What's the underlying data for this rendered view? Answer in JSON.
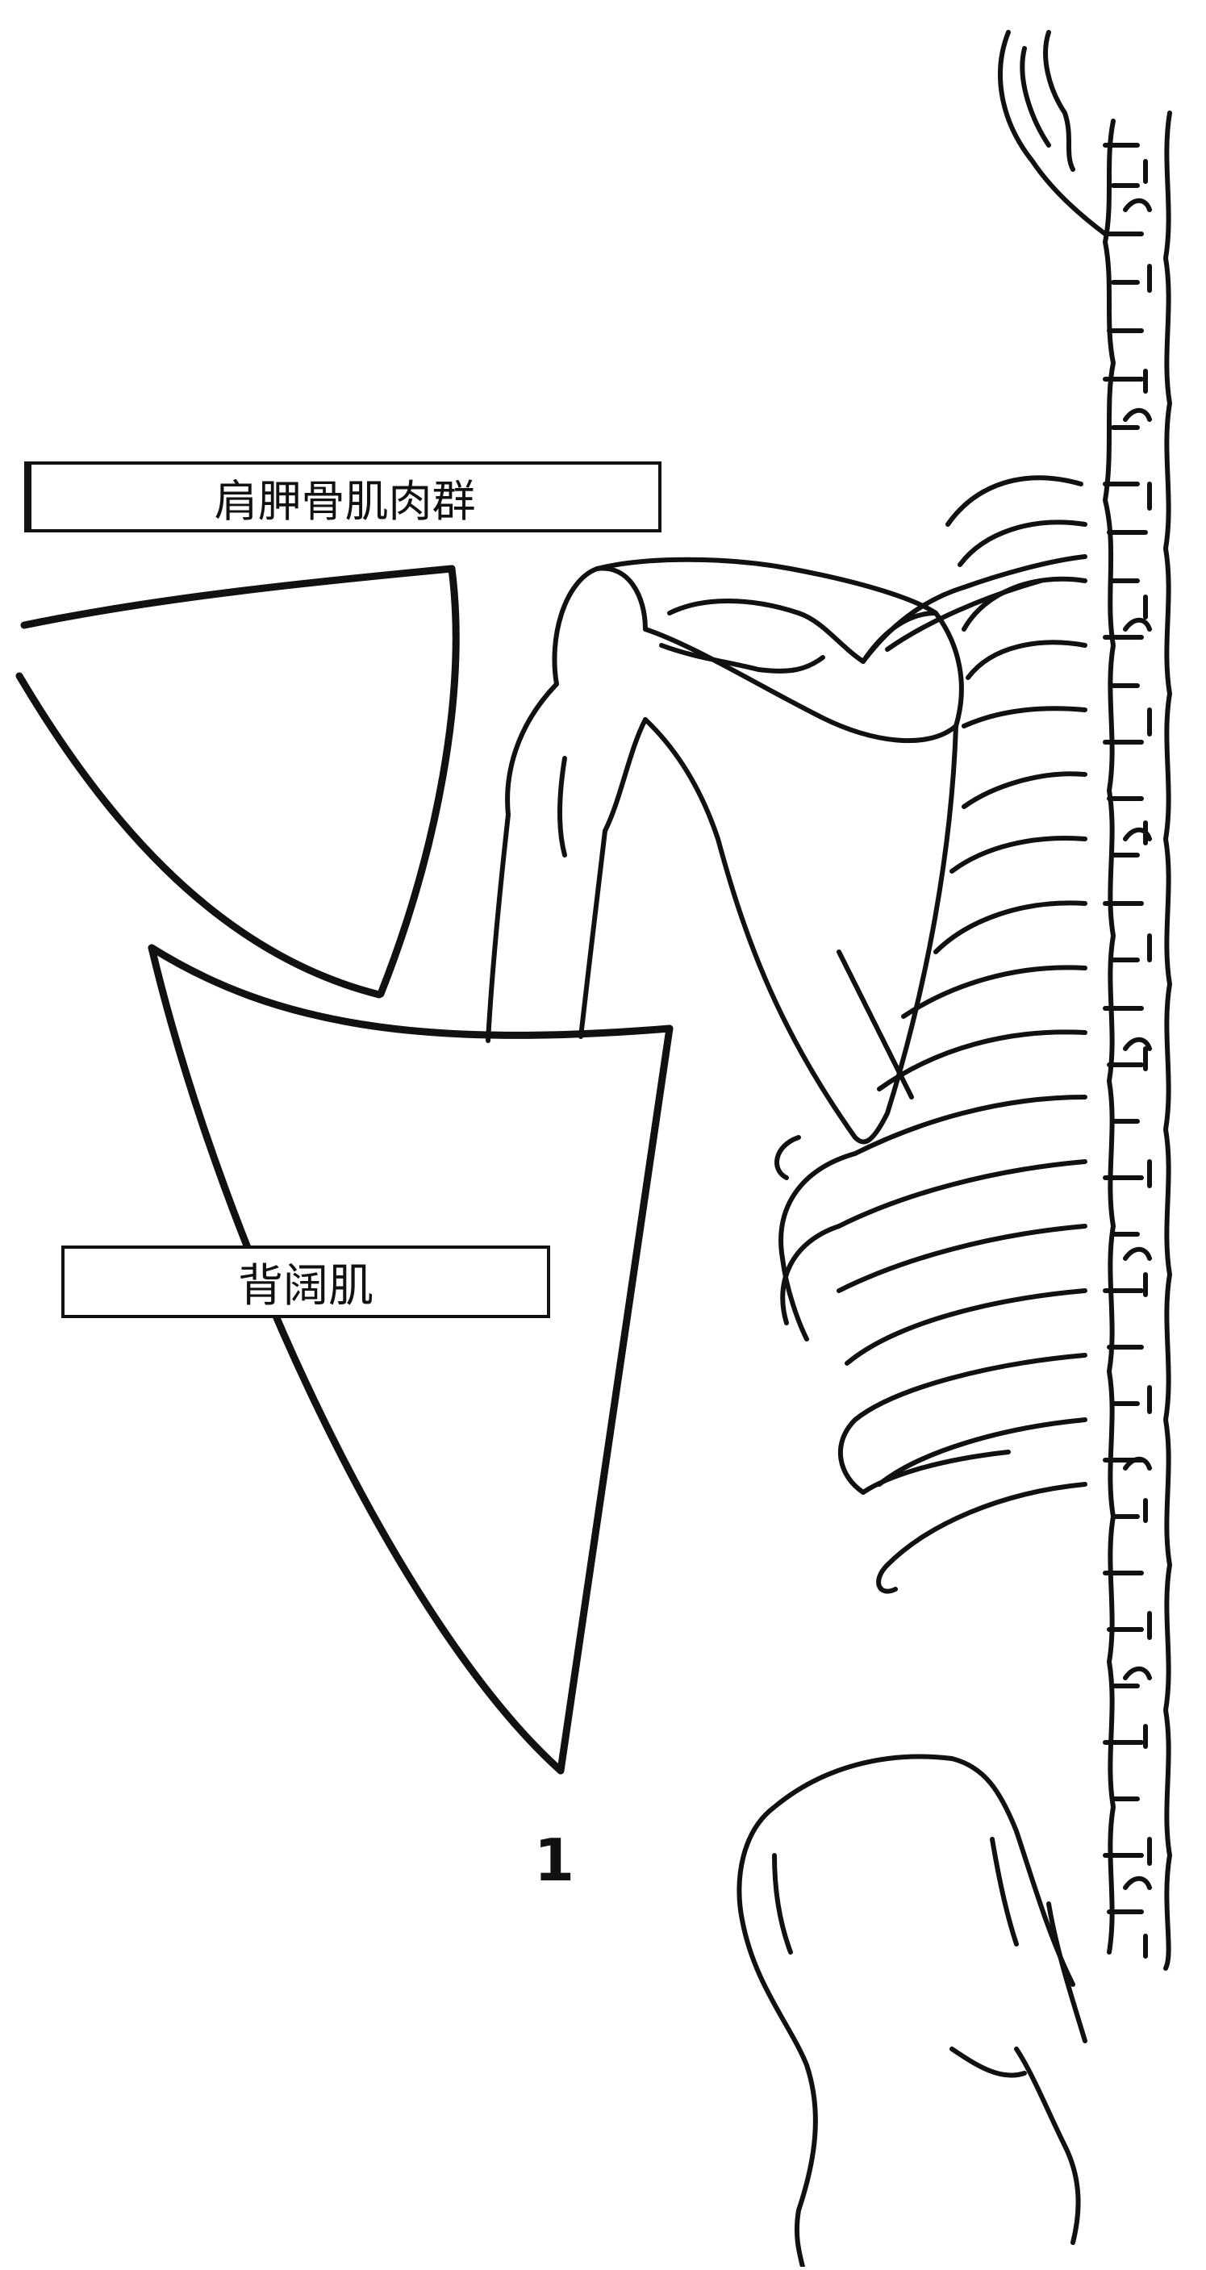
{
  "labels": {
    "scapular_muscles": "肩胛骨肌肉群",
    "latissimus_dorsi": "背阔肌"
  },
  "figure_number": "1",
  "colors": {
    "line": "#111111",
    "background": "#ffffff"
  }
}
